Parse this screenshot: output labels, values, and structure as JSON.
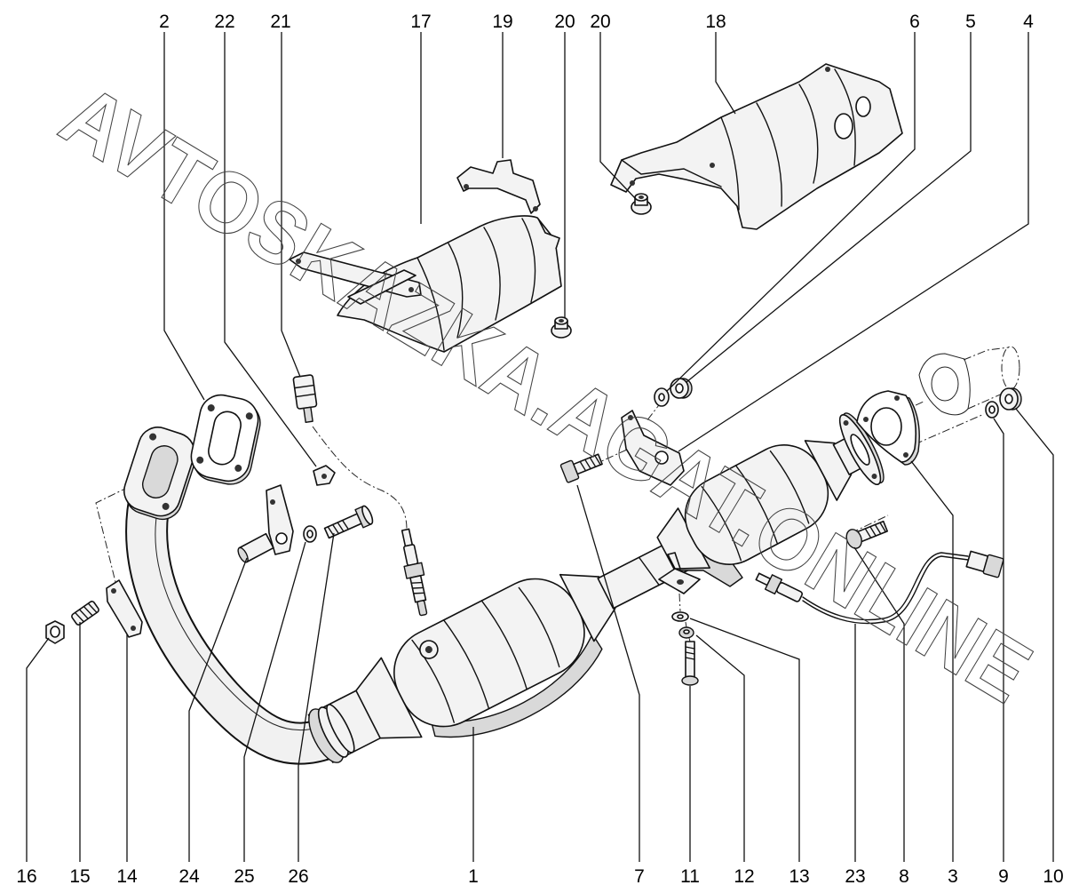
{
  "watermark": "AVTOSKAZKA.AGAT.ONLINE",
  "callouts": {
    "top": [
      "2",
      "22",
      "21",
      "17",
      "19",
      "20",
      "20",
      "18",
      "6",
      "5",
      "4"
    ],
    "bottom": [
      "16",
      "15",
      "14",
      "24",
      "25",
      "26",
      "1",
      "7",
      "11",
      "12",
      "13",
      "23",
      "8",
      "3",
      "9",
      "10"
    ]
  }
}
